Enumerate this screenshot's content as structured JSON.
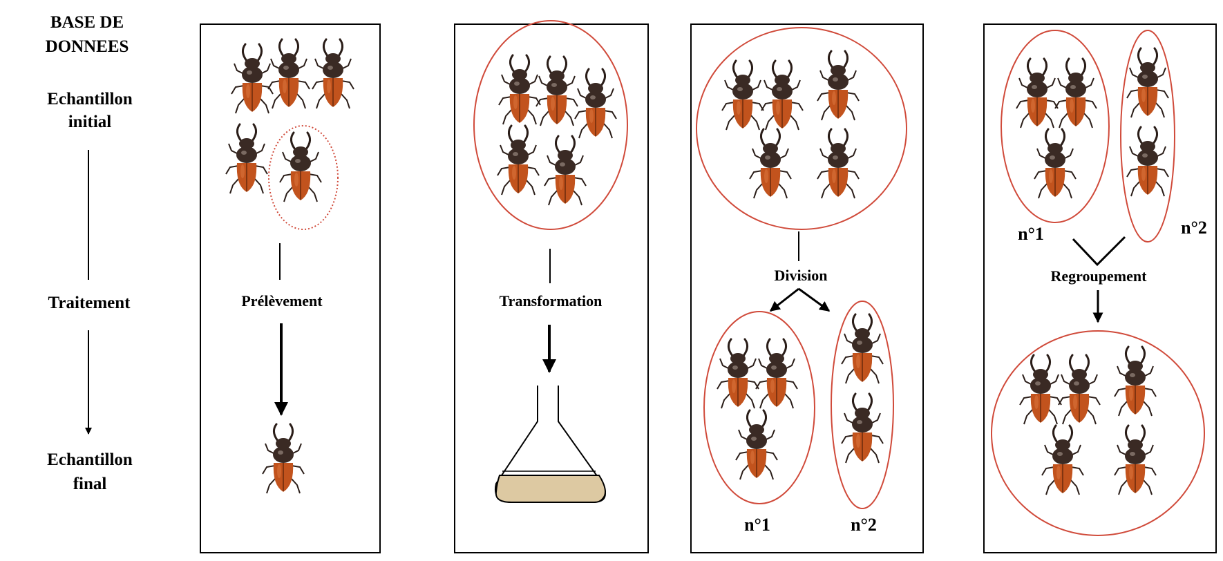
{
  "sidebar": {
    "title_line1": "BASE DE",
    "title_line2": "DONNEES",
    "initial_line1": "Echantillon",
    "initial_line2": "initial",
    "treatment": "Traitement",
    "final_line1": "Echantillon",
    "final_line2": "final"
  },
  "panels": {
    "sampling": {
      "label": "Prélèvement"
    },
    "transformation": {
      "label": "Transformation"
    },
    "division": {
      "label": "Division",
      "group1": "n°1",
      "group2": "n°2"
    },
    "grouping": {
      "label": "Regroupement",
      "group1": "n°1",
      "group2": "n°2"
    }
  },
  "colors": {
    "beetle_body": "#c2531d",
    "beetle_head": "#3a2a24",
    "circle_red": "#d04a3a",
    "flask_sand": "#ddc9a2"
  }
}
